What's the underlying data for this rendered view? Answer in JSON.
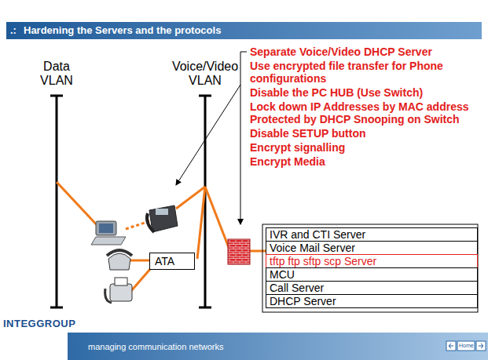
{
  "diagram": {
    "title": "Hardening the Servers and the protocols",
    "nodes": [
      {
        "text": [
          "IVR and CTI Server"
        ]
      },
      {
        "text": [
          "Voice Mail Server"
        ]
      },
      {
        "text": [
          "tftp  ftp  sftp  scp Server"
        ]
      },
      {
        "text": [
          "MCU"
        ]
      },
      {
        "text": [
          "Call Server"
        ]
      },
      {
        "text": [
          "DHCP Server"
        ]
      },
      {
        "text": [
          "ATA"
        ]
      }
    ],
    "labels": [
      ".:",
      "Data VLAN",
      "Voice/Video VLAN",
      "Separate Voice/Video DHCP Server",
      "Use encrypted file transfer for Phone configurations",
      "Disable the PC HUB (Use Switch)",
      "Lock down IP Addresses by MAC address Protected by DHCP Snooping on Switch",
      "Disable SETUP button",
      "Encrypt signalling",
      "Encrypt Media",
      "INTEGGROUP",
      "managing communication networks",
      "Home"
    ]
  }
}
